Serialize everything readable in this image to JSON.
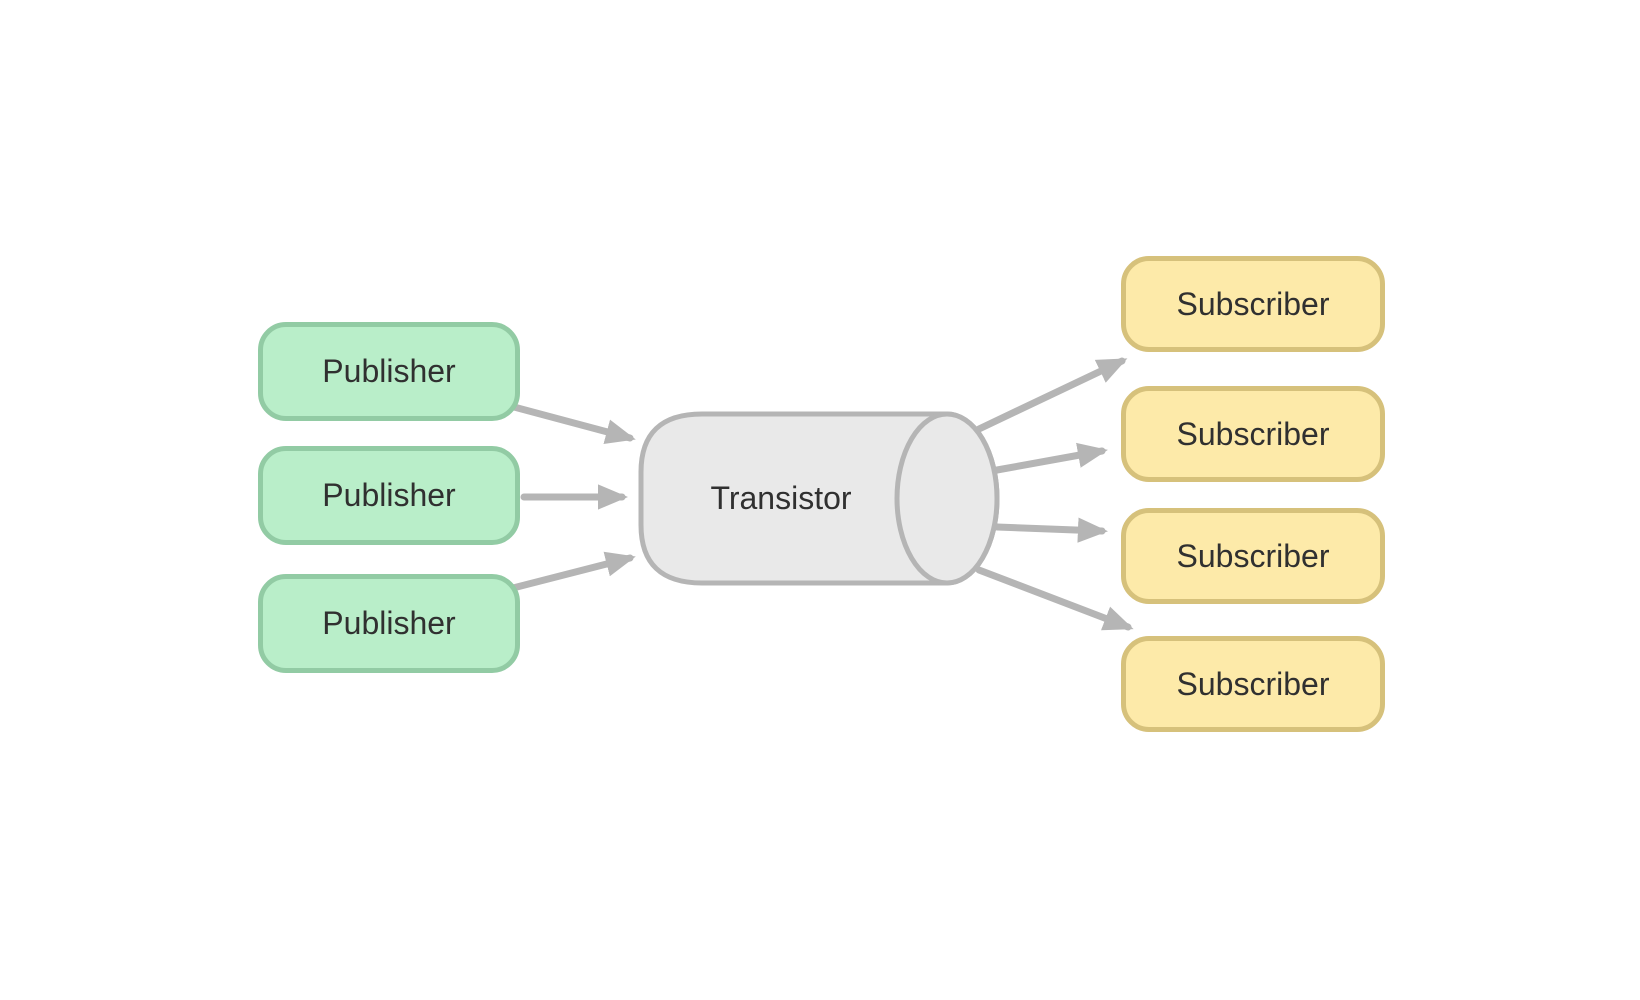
{
  "diagram": {
    "type": "pubsub-flow",
    "hub": {
      "label": "Transistor"
    },
    "publishers": [
      {
        "label": "Publisher"
      },
      {
        "label": "Publisher"
      },
      {
        "label": "Publisher"
      }
    ],
    "subscribers": [
      {
        "label": "Subscriber"
      },
      {
        "label": "Subscriber"
      },
      {
        "label": "Subscriber"
      },
      {
        "label": "Subscriber"
      }
    ],
    "edges": [
      {
        "from": "publisher-1",
        "to": "transistor"
      },
      {
        "from": "publisher-2",
        "to": "transistor"
      },
      {
        "from": "publisher-3",
        "to": "transistor"
      },
      {
        "from": "transistor",
        "to": "subscriber-1"
      },
      {
        "from": "transistor",
        "to": "subscriber-2"
      },
      {
        "from": "transistor",
        "to": "subscriber-3"
      },
      {
        "from": "transistor",
        "to": "subscriber-4"
      }
    ],
    "colors": {
      "background": "#ffffff",
      "publisher_fill": "#b9eec9",
      "publisher_border": "#92cba4",
      "subscriber_fill": "#fdeaa9",
      "subscriber_border": "#d6c17b",
      "hub_fill": "#e9e9e9",
      "hub_border": "#b5b5b5",
      "arrow": "#b5b5b5",
      "text": "#303030"
    }
  }
}
